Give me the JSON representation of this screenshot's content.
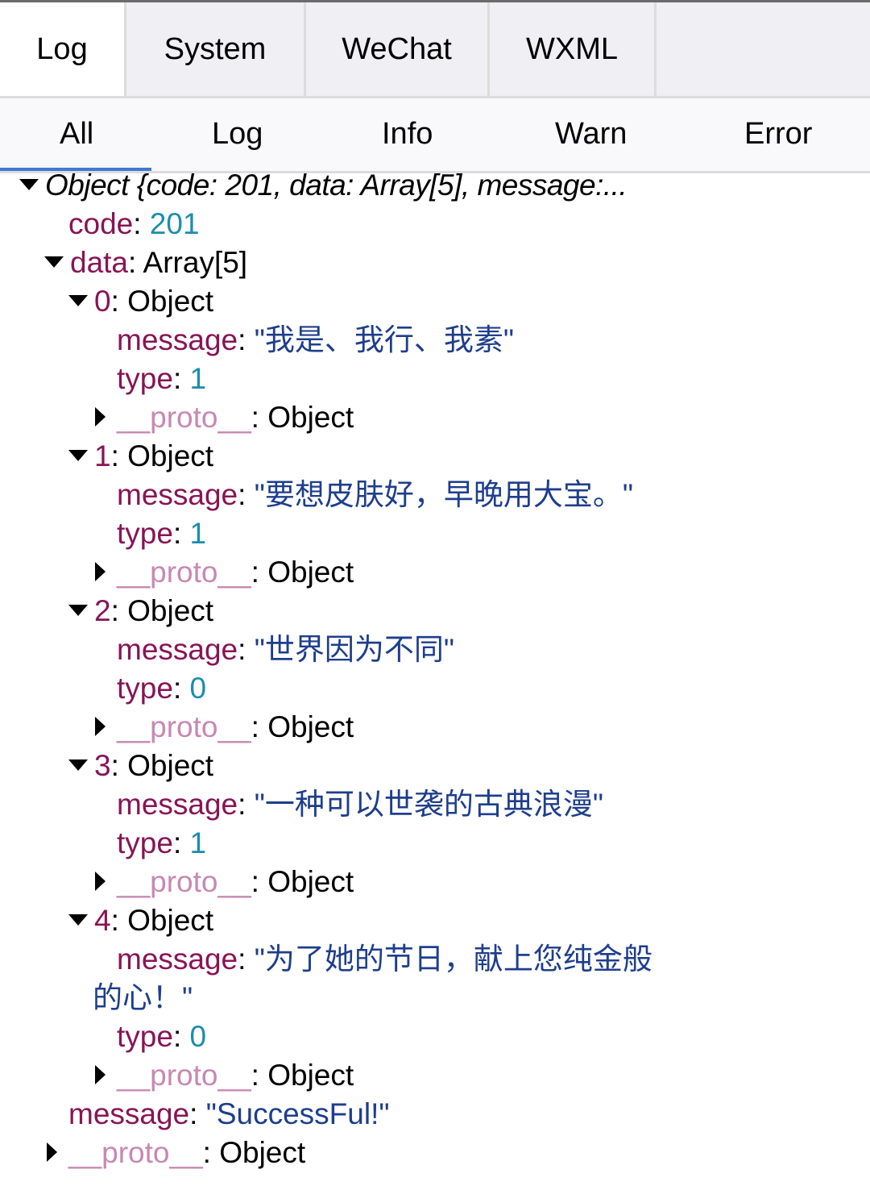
{
  "top_tabs": [
    {
      "label": "Log",
      "active": true
    },
    {
      "label": "System",
      "active": false
    },
    {
      "label": "WeChat",
      "active": false
    },
    {
      "label": "WXML",
      "active": false
    }
  ],
  "filters": [
    {
      "label": "All",
      "active": true
    },
    {
      "label": "Log",
      "active": false
    },
    {
      "label": "Info",
      "active": false
    },
    {
      "label": "Warn",
      "active": false
    },
    {
      "label": "Error",
      "active": false
    }
  ],
  "colors": {
    "key": "#881455",
    "proto_key": "#c888b2",
    "number": "#1c8dab",
    "string": "#1e3e8c",
    "active_underline": "#3d7bd0",
    "tab_bg": "#efeff4"
  },
  "console": {
    "root_summary": "Object {code: 201, data: Array[5], message:...",
    "code": {
      "key": "code",
      "sep": ": ",
      "value": "201"
    },
    "data": {
      "key": "data",
      "sep": ": ",
      "value": "Array[5]"
    },
    "items": [
      {
        "index": "0",
        "type_label": ": Object",
        "message_key": "message",
        "message": "\"我是、我行、我素\"",
        "type_key": "type",
        "type": "1",
        "proto_key": "__proto__",
        "proto_value": ": Object"
      },
      {
        "index": "1",
        "type_label": ": Object",
        "message_key": "message",
        "message": "\"要想皮肤好，早晚用大宝。\"",
        "type_key": "type",
        "type": "1",
        "proto_key": "__proto__",
        "proto_value": ": Object"
      },
      {
        "index": "2",
        "type_label": ": Object",
        "message_key": "message",
        "message": "\"世界因为不同\"",
        "type_key": "type",
        "type": "0",
        "proto_key": "__proto__",
        "proto_value": ": Object"
      },
      {
        "index": "3",
        "type_label": ": Object",
        "message_key": "message",
        "message": "\"一种可以世袭的古典浪漫\"",
        "type_key": "type",
        "type": "1",
        "proto_key": "__proto__",
        "proto_value": ": Object"
      },
      {
        "index": "4",
        "type_label": ": Object",
        "message_key": "message",
        "message": "\"为了她的节日，献上您纯金般",
        "message_cont": "的心！\"",
        "type_key": "type",
        "type": "0",
        "proto_key": "__proto__",
        "proto_value": ": Object"
      }
    ],
    "message": {
      "key": "message",
      "sep": ": ",
      "value": "\"SuccessFul!\""
    },
    "proto": {
      "key": "__proto__",
      "value": ": Object"
    },
    "colon": ": "
  }
}
